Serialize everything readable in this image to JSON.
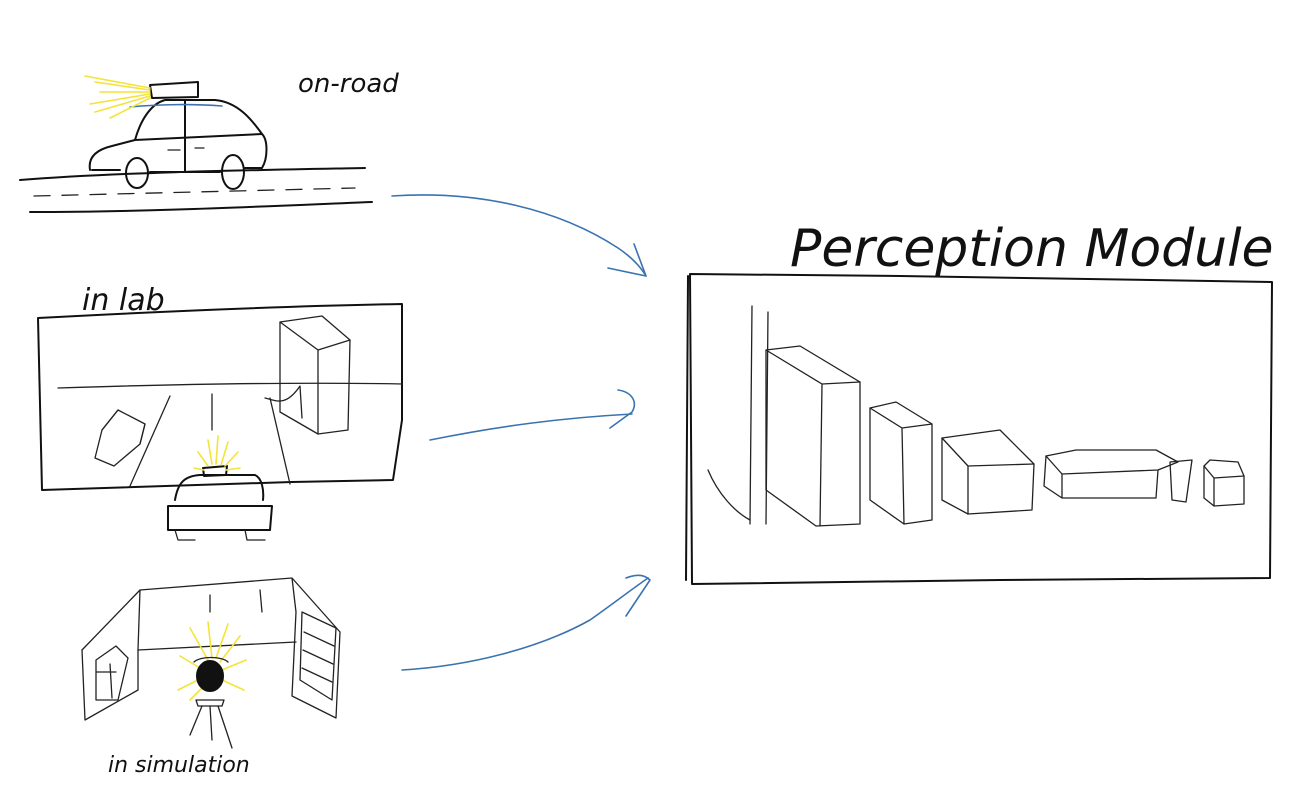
{
  "labels": {
    "on_road": "on-road",
    "in_lab": "in lab",
    "in_simulation": "in simulation",
    "module_title": "Perception Module"
  },
  "colors": {
    "ink": "#111111",
    "light_rays": "#f3e43a",
    "arrows": "#3a73b0",
    "background": "#ffffff"
  }
}
